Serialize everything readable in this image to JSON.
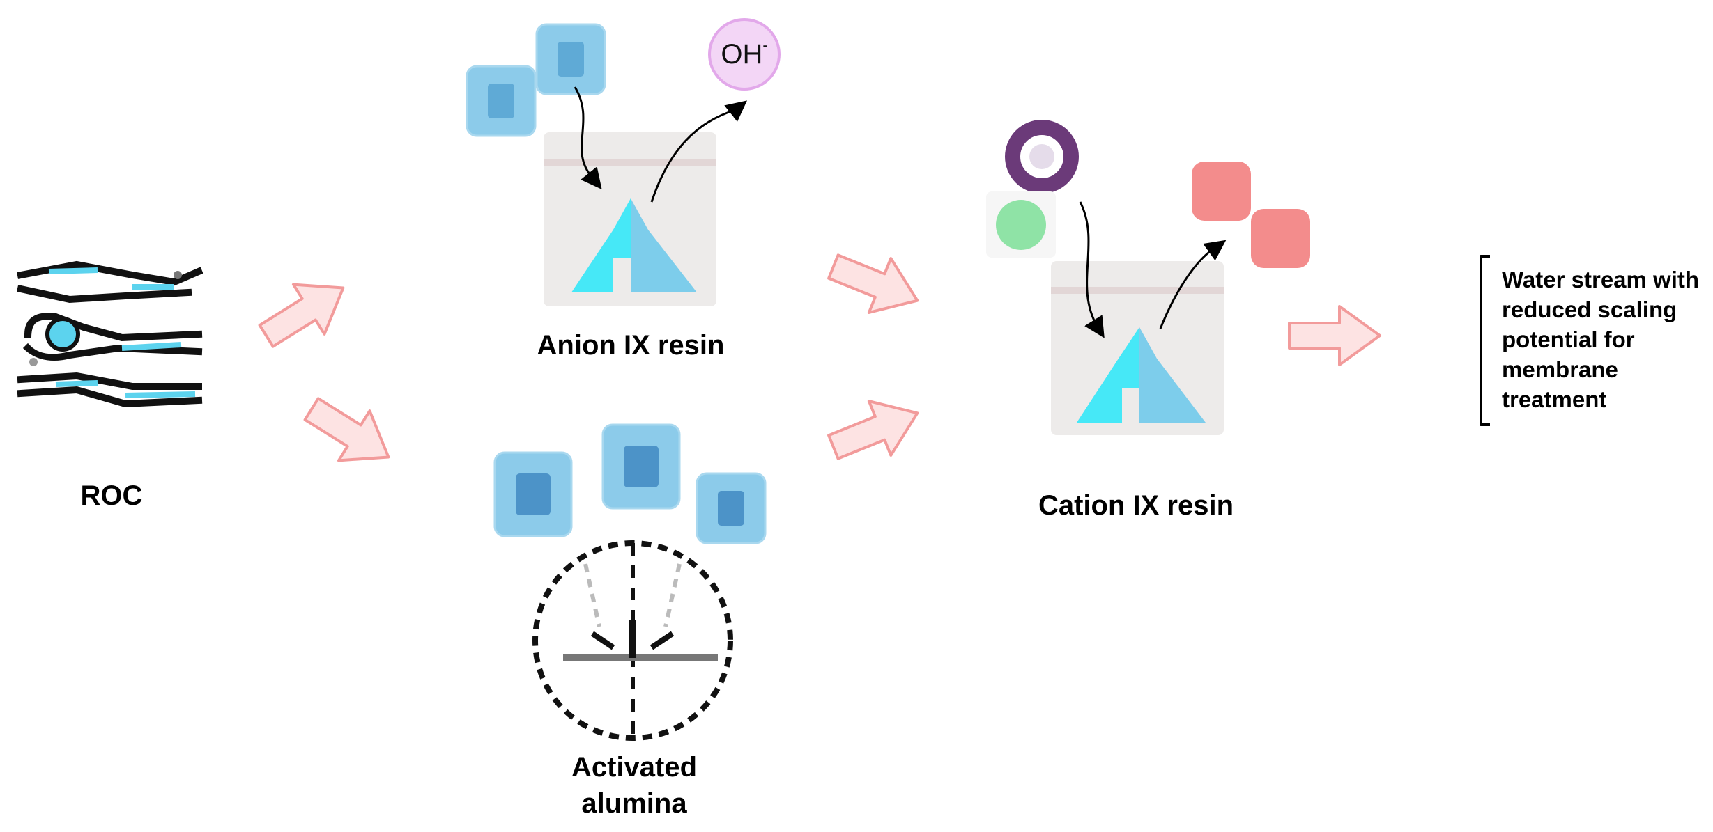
{
  "labels": {
    "roc": "ROC",
    "anion_resin": "Anion IX resin",
    "activated_alumina_line1": "Activated",
    "activated_alumina_line2": "alumina",
    "cation_resin": "Cation IX resin",
    "output": "Water stream with reduced scaling potential for membrane treatment"
  },
  "ions": {
    "hydroxide_base": "OH",
    "hydroxide_charge": "-"
  },
  "colors": {
    "flow_arrow_fill": "#FDE3E3",
    "flow_arrow_stroke": "#F29B9B",
    "anion_ion": "#8CCBEA",
    "anion_ion_dark": "#3C8FC4",
    "hydroxide_fill": "#F3D6F6",
    "hydroxide_stroke": "#E2A8EA",
    "resin_tile": "#EDEBEA",
    "resin_band": "#E2D6D6",
    "resin_cyan": "#46E8F7",
    "resin_blue": "#7DCDEB",
    "purple_ion": "#6B3A79",
    "green_ion": "#8FE3A6",
    "red_ion": "#F38C8C",
    "molecule_cyan": "#5CD3EE"
  }
}
